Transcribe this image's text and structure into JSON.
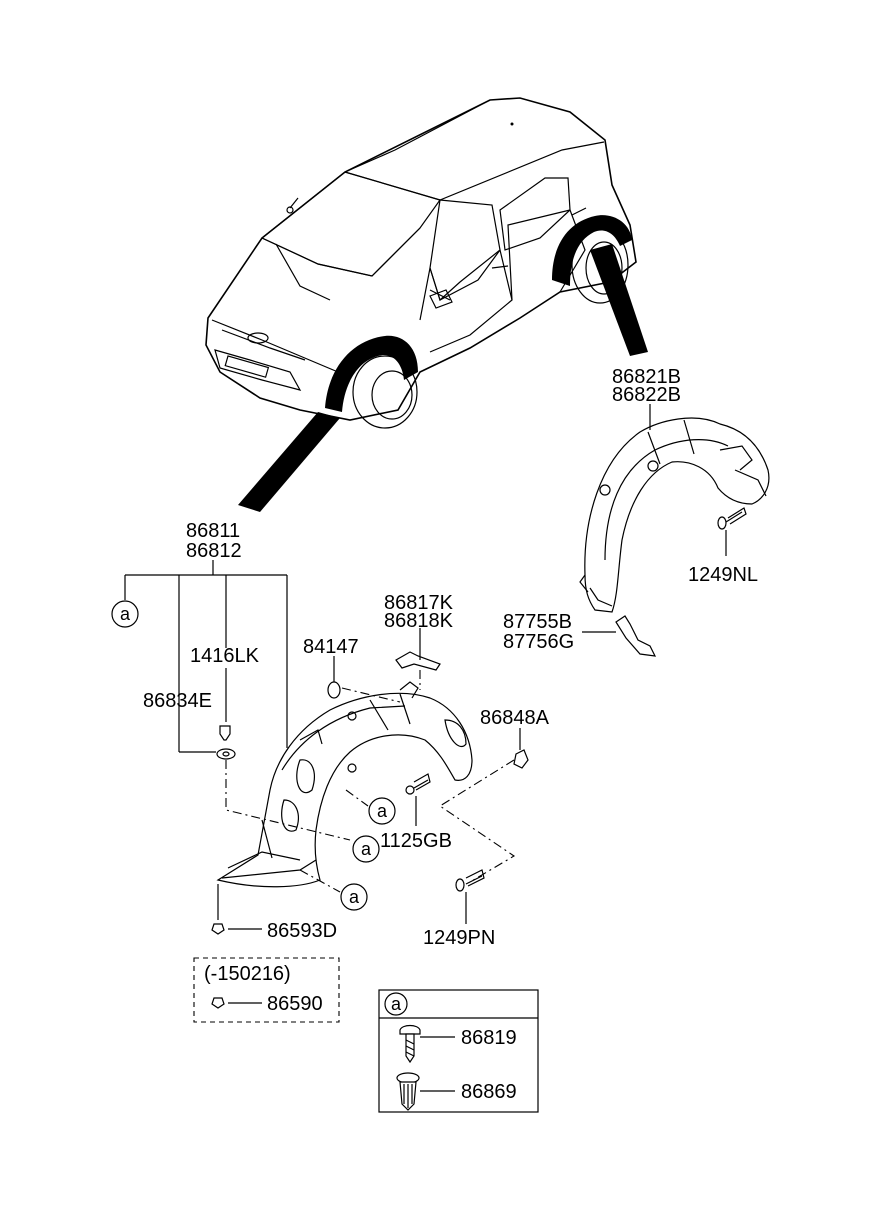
{
  "labels": {
    "rear_guard_1": "86821B",
    "rear_guard_2": "86822B",
    "screw_rear": "1249NL",
    "front_guard_1": "86811",
    "front_guard_2": "86812",
    "clip_1": "86817K",
    "clip_2": "86818K",
    "bracket_1": "87755B",
    "bracket_2": "87756G",
    "plug": "84147",
    "bolt_1416": "1416LK",
    "washer": "86834E",
    "nut_a": "86848A",
    "bolt_1125": "1125GB",
    "bolt_1249pn": "1249PN",
    "screw_86593": "86593D",
    "date_range": "(-150216)",
    "screw_86590": "86590",
    "legend_screw": "86819",
    "legend_clip": "86869"
  },
  "callout": "a"
}
